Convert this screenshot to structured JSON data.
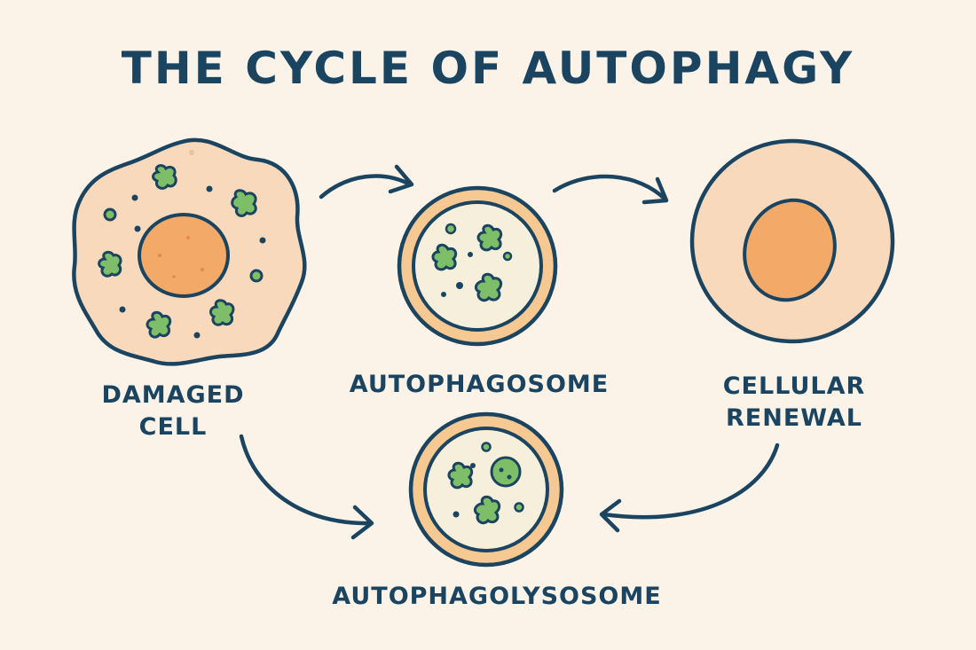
{
  "title": "THE CYCLE OF AUTOPHAGY",
  "labels": {
    "damaged_cell": "DAMAGED\nCELL",
    "autophagosome": "AUTOPHAGOSOME",
    "cellular_renewal": "CELLULAR\nRENEWAL",
    "autophagolysosome": "AUTOPHAGOLYSOSOME"
  },
  "colors": {
    "background": "#fbf3e8",
    "outline": "#1b4460",
    "cell_fill": "#f8d9bb",
    "nucleus_fill": "#f3a968",
    "membrane_ring": "#f6c892",
    "vesicle_inner": "#f6efdc",
    "organelle_green": "#7fbe68"
  }
}
